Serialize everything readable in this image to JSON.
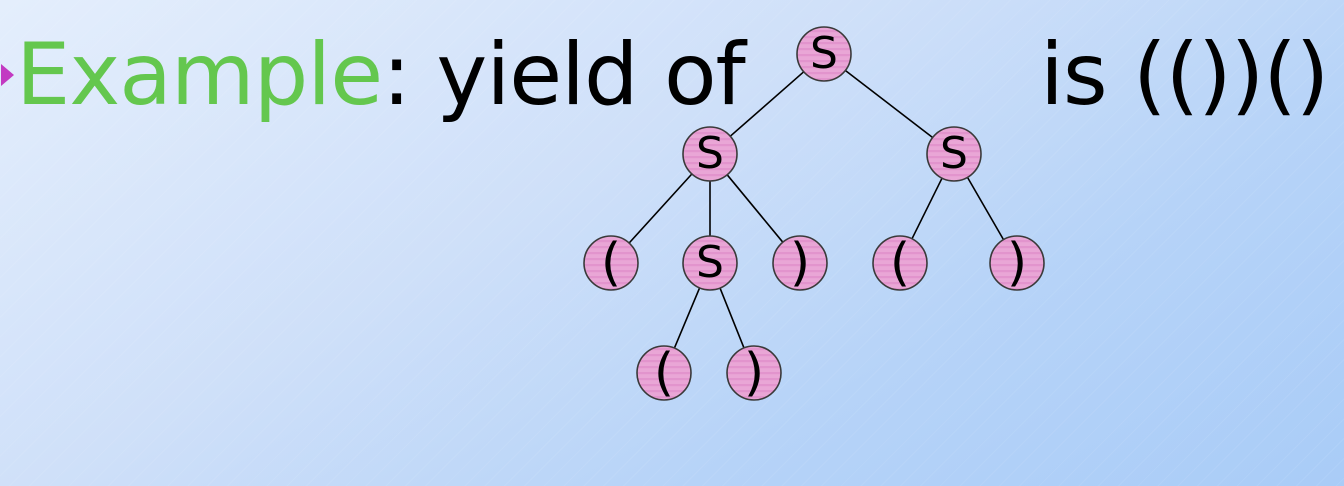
{
  "slide": {
    "keyword": "Example",
    "lead_text": ": yield of",
    "result_text": "is (())()"
  },
  "tree": {
    "nodes": {
      "root": "S",
      "left": "S",
      "right": "S",
      "left_open": "(",
      "left_inner": "S",
      "left_close": ")",
      "right_open": "(",
      "right_close": ")",
      "inner_open": "(",
      "inner_close": ")"
    },
    "edges": [
      [
        "root",
        "left"
      ],
      [
        "root",
        "right"
      ],
      [
        "left",
        "left_open"
      ],
      [
        "left",
        "left_inner"
      ],
      [
        "left",
        "left_close"
      ],
      [
        "right",
        "right_open"
      ],
      [
        "right",
        "right_close"
      ],
      [
        "left_inner",
        "inner_open"
      ],
      [
        "left_inner",
        "inner_close"
      ]
    ]
  },
  "colors": {
    "keyword": "#64c74e",
    "bullet": "#c23ac2",
    "node_fill": "#e9a6d6"
  }
}
